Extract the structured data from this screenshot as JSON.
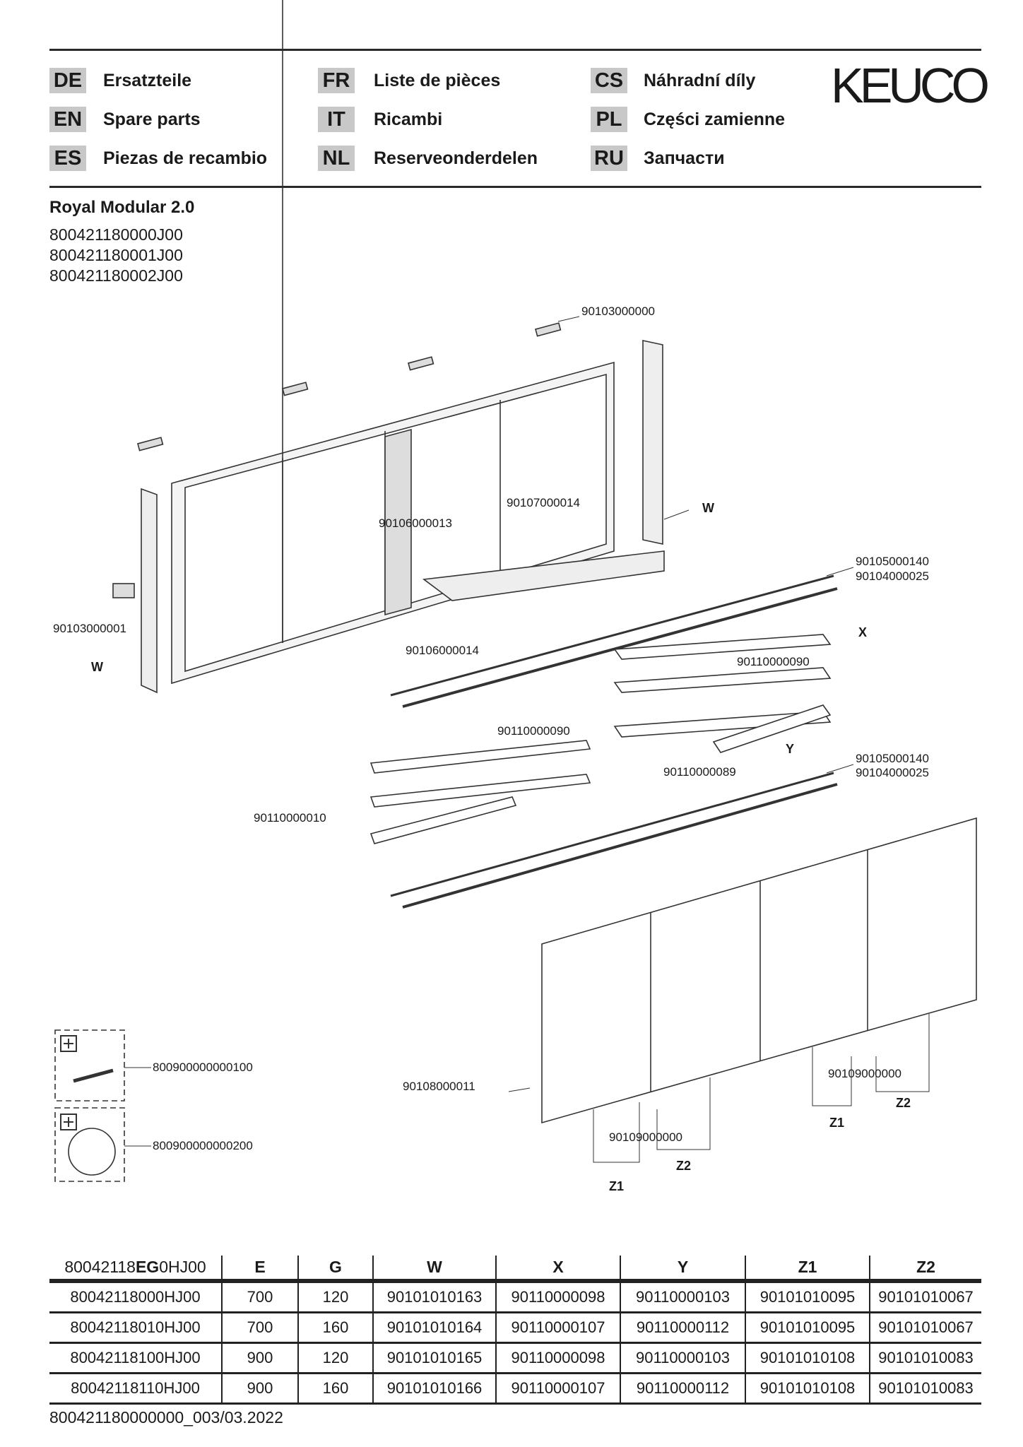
{
  "header": {
    "languages": [
      {
        "code": "DE",
        "label": "Ersatzteile"
      },
      {
        "code": "EN",
        "label": "Spare parts"
      },
      {
        "code": "ES",
        "label": "Piezas de recambio"
      },
      {
        "code": "FR",
        "label": "Liste de pièces"
      },
      {
        "code": "IT",
        "label": "Ricambi"
      },
      {
        "code": "NL",
        "label": "Reserveonderdelen"
      },
      {
        "code": "CS",
        "label": "Náhradní díly"
      },
      {
        "code": "PL",
        "label": "Części zamienne"
      },
      {
        "code": "RU",
        "label": "Запчасти"
      }
    ],
    "logo": "KEUCO"
  },
  "product": {
    "title": "Royal Modular 2.0",
    "article_numbers": [
      "800421180000J00",
      "800421180001J00",
      "800421180002J00"
    ]
  },
  "diagram": {
    "labels": {
      "l1": "90103000000",
      "l2": "90107000014",
      "l3": "90106000013",
      "l4": "W",
      "l5": "90105000140",
      "l6": "90104000025",
      "l7": "90103000001",
      "l8": "X",
      "l9": "90106000014",
      "l10": "W",
      "l11": "90110000090",
      "l12": "90110000090",
      "l13": "Y",
      "l14": "90110000089",
      "l15": "90105000140",
      "l16": "90104000025",
      "l17": "90110000010",
      "l18": "800900000000100",
      "l19": "90108000011",
      "l20": "90109000000",
      "l21": "Z2",
      "l22": "Z1",
      "l23": "800900000000200",
      "l24": "90109000000",
      "l25": "Z2",
      "l26": "Z1"
    },
    "accessory_icon": "plus-box-icon"
  },
  "table": {
    "header_prefix": "80042118",
    "header_bold": "EG",
    "header_suffix": "0HJ00",
    "columns": [
      "E",
      "G",
      "W",
      "X",
      "Y",
      "Z1",
      "Z2"
    ],
    "rows": [
      [
        "80042118000HJ00",
        "700",
        "120",
        "90101010163",
        "90110000098",
        "90110000103",
        "90101010095",
        "90101010067"
      ],
      [
        "80042118010HJ00",
        "700",
        "160",
        "90101010164",
        "90110000107",
        "90110000112",
        "90101010095",
        "90101010067"
      ],
      [
        "80042118100HJ00",
        "900",
        "120",
        "90101010165",
        "90110000098",
        "90110000103",
        "90101010108",
        "90101010083"
      ],
      [
        "80042118110HJ00",
        "900",
        "160",
        "90101010166",
        "90110000107",
        "90110000112",
        "90101010108",
        "90101010083"
      ]
    ]
  },
  "footer": {
    "doc_id": "800421180000000_003/03.2022"
  }
}
